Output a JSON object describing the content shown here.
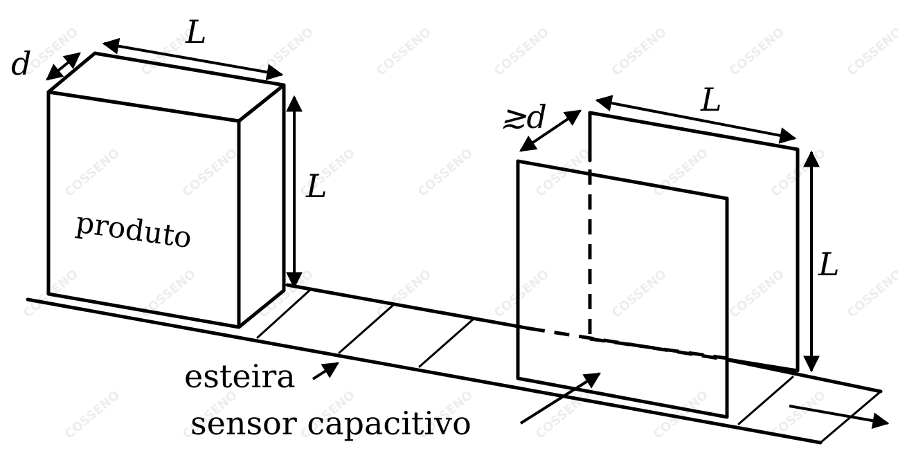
{
  "watermark": "COSSENO",
  "labels": {
    "product": "produto",
    "belt": "esteira",
    "sensor": "sensor capacitivo",
    "box_depth": "d",
    "box_width": "L",
    "box_height": "L",
    "sensor_gap": "≳d",
    "sensor_width": "L",
    "sensor_height": "L"
  },
  "colors": {
    "stroke": "#000000",
    "background": "#ffffff",
    "watermark": "#d9d9d9"
  }
}
